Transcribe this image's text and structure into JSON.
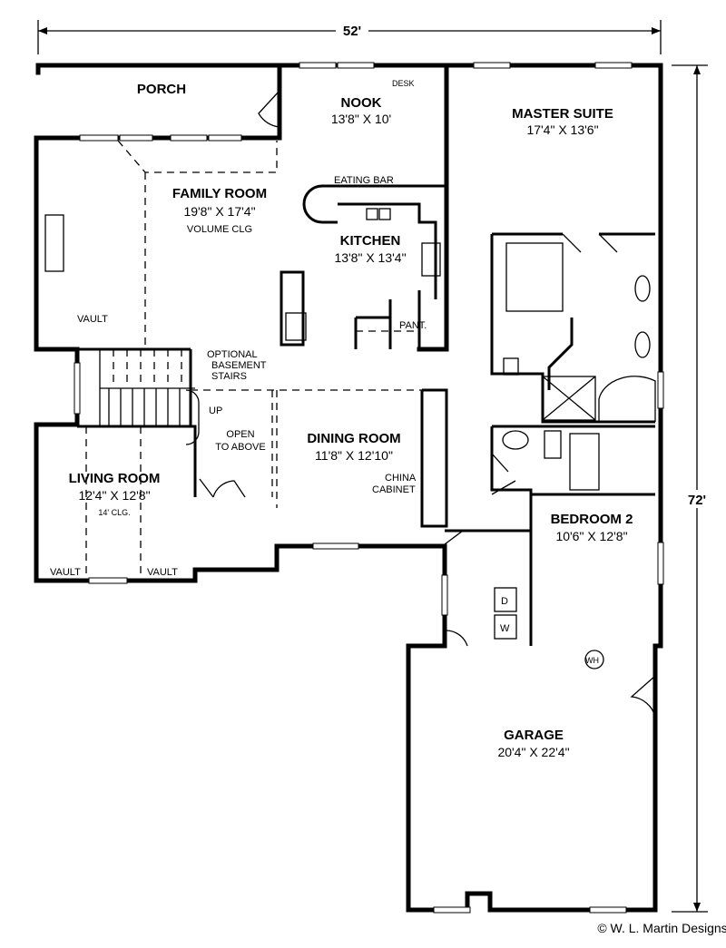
{
  "dimensions": {
    "width": "52'",
    "depth": "72'"
  },
  "rooms": {
    "porch": {
      "name": "PORCH"
    },
    "nook": {
      "name": "NOOK",
      "size": "13'8\" X 10'"
    },
    "desk": {
      "label": "DESK"
    },
    "master_suite": {
      "name": "MASTER SUITE",
      "size": "17'4\" X 13'6\""
    },
    "family_room": {
      "name": "FAMILY ROOM",
      "size": "19'8\" X 17'4\"",
      "note": "VOLUME CLG",
      "vault": "VAULT"
    },
    "eating_bar": {
      "label": "EATING BAR"
    },
    "kitchen": {
      "name": "KITCHEN",
      "size": "13'8\" X 13'4\""
    },
    "pantry": {
      "label": "PANT."
    },
    "stairs": {
      "optional_line1": "OPTIONAL",
      "optional_line2": "BASEMENT",
      "optional_line3": "STAIRS",
      "up": "UP"
    },
    "open_above": {
      "line1": "OPEN",
      "line2": "TO ABOVE"
    },
    "dining_room": {
      "name": "DINING ROOM",
      "size": "11'8\" X 12'10\""
    },
    "china_cabinet": {
      "line1": "CHINA",
      "line2": "CABINET"
    },
    "living_room": {
      "name": "LIVING ROOM",
      "size": "12'4\" X 12'8\"",
      "note": "14' CLG.",
      "vault_left": "VAULT",
      "vault_right": "VAULT"
    },
    "bedroom_2": {
      "name": "BEDROOM 2",
      "size": "10'6\" X 12'8\""
    },
    "laundry": {
      "dryer": "D",
      "washer": "W"
    },
    "garage": {
      "name": "GARAGE",
      "size": "20'4\" X 22'4\"",
      "water_heater": "WH"
    }
  },
  "copyright": "© W. L. Martin Designs"
}
